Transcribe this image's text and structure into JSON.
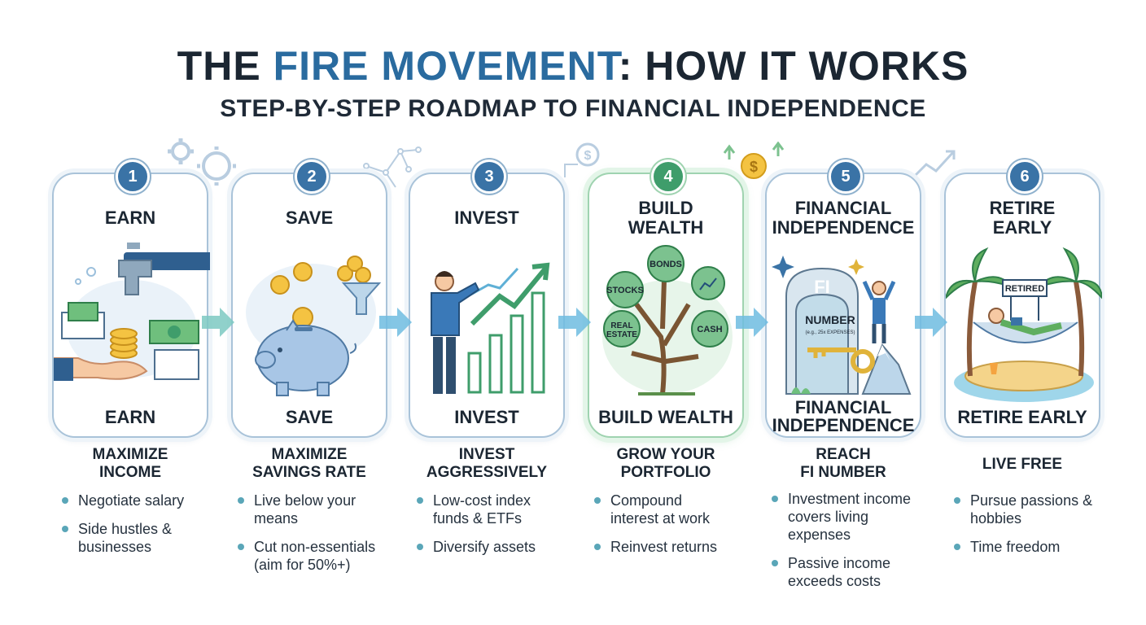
{
  "title": {
    "part1": "THE ",
    "accent": "FIRE MOVEMENT",
    "part2": ": HOW IT WORKS"
  },
  "subtitle": "STEP-BY-STEP ROADMAP TO FINANCIAL INDEPENDENCE",
  "colors": {
    "accent": "#2a6b9f",
    "badge": "#3a73a6",
    "highlight": "#3f9d6b",
    "bullet": "#5aa6b8",
    "arrow": "#5fb0d6"
  },
  "steps": [
    {
      "number": "1",
      "top_label": "EARN",
      "bottom_label": "EARN",
      "heading": "MAXIMIZE\nINCOME",
      "bullets": [
        "Negotiate salary",
        "Side hustles & businesses"
      ],
      "icon": "faucet-money-icon"
    },
    {
      "number": "2",
      "top_label": "SAVE",
      "bottom_label": "SAVE",
      "heading": "MAXIMIZE\nSAVINGS RATE",
      "bullets": [
        "Live below your means",
        "Cut non-essentials (aim for 50%+)"
      ],
      "icon": "piggy-bank-icon"
    },
    {
      "number": "3",
      "top_label": "INVEST",
      "bottom_label": "INVEST",
      "heading": "INVEST\nAGGRESSIVELY",
      "bullets": [
        "Low-cost index funds & ETFs",
        "Diversify assets"
      ],
      "icon": "growth-chart-icon"
    },
    {
      "number": "4",
      "top_label": "BUILD\nWEALTH",
      "bottom_label": "BUILD WEALTH",
      "heading": "GROW YOUR\nPORTFOLIO",
      "bullets": [
        "Compound interest at work",
        "Reinvest returns"
      ],
      "icon": "money-tree-icon",
      "tree_labels": [
        "BONDS",
        "STOCKS",
        "REAL\nESTATE",
        "CASH"
      ]
    },
    {
      "number": "5",
      "top_label": "FINANCIAL\nINDEPENDENCE",
      "bottom_label": "FINANCIAL\nINDEPENDENCE",
      "heading": "REACH\nFI NUMBER",
      "bullets": [
        "Investment income covers living expenses",
        "Passive income exceeds costs"
      ],
      "icon": "fi-door-icon",
      "door_labels": [
        "FI",
        "NUMBER",
        "(e.g., 25x EXPENSES)"
      ]
    },
    {
      "number": "6",
      "top_label": "RETIRE\nEARLY",
      "bottom_label": "RETIRE EARLY",
      "heading": "LIVE FREE",
      "bullets": [
        "Pursue passions & hobbies",
        "Time freedom"
      ],
      "icon": "hammock-island-icon",
      "sign_label": "RETIRED"
    }
  ]
}
